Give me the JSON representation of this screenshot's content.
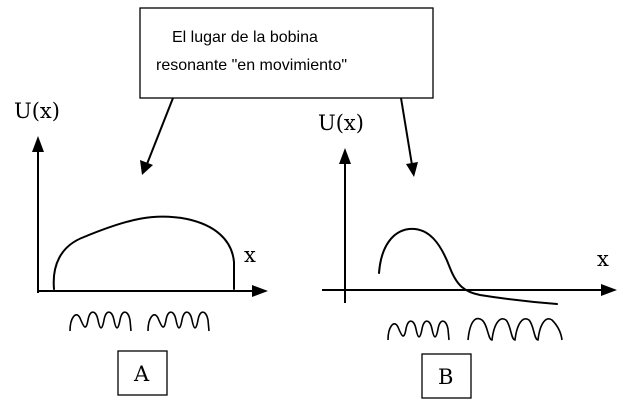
{
  "callout": {
    "line1": "El lugar de la bobina",
    "line2": "resonante \"en movimiento\""
  },
  "panels": [
    {
      "id": "A",
      "y_label": "U(x)",
      "x_label": "x",
      "box_label": "A"
    },
    {
      "id": "B",
      "y_label": "U(x)",
      "x_label": "x",
      "box_label": "B"
    }
  ]
}
